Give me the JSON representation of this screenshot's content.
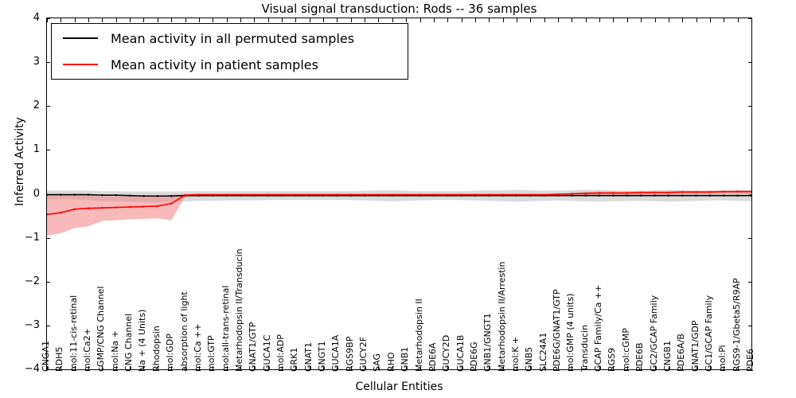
{
  "chart_data": {
    "type": "line",
    "title": "Visual signal transduction: Rods -- 36 samples",
    "xlabel": "Cellular Entities",
    "ylabel": "Inferred Activity",
    "ylim": [
      -4,
      4
    ],
    "yticks": [
      "-4",
      "-3",
      "-2",
      "-1",
      "0",
      "1",
      "2",
      "3",
      "4"
    ],
    "grid": false,
    "legend_position": "upper left",
    "categories": [
      "CNGA1",
      "RDH5",
      "mol:11-cis-retinal",
      "mol:Ca2+",
      "cGMP/CNG Channel",
      "mol:Na +",
      "CNG Channel",
      "Na + (4 Units)",
      "Rhodopsin",
      "mol:GDP",
      "absorption of light",
      "mol:Ca ++",
      "mol:GTP",
      "mol:all-trans-retinal",
      "Metarhodopsin II/Transducin",
      "GNAT1/GTP",
      "GUCA1C",
      "mol:ADP",
      "GRK1",
      "GNAT1",
      "GNGT1",
      "GUCA1A",
      "RGS9BP",
      "GUCY2F",
      "SAG",
      "RHO",
      "GNB1",
      "Metarhodopsin II",
      "PDE6A",
      "GUCY2D",
      "GUCA1B",
      "PDE6G",
      "GNB1/GNGT1",
      "Metarhodopsin II/Arrestin",
      "mol:K +",
      "GNB5",
      "SLC24A1",
      "PDE6G/GNAT1/GTP",
      "mol:GMP (4 units)",
      "Transducin",
      "GCAP Family/Ca ++",
      "RGS9",
      "mol:cGMP",
      "PDE6B",
      "GC2/GCAP Family",
      "CNGB1",
      "PDE6A/B",
      "GNAT1/GDP",
      "GC1/GCAP Family",
      "mol:Pi",
      "RGS9-1/Gbeta5/R9AP",
      "PDE6"
    ],
    "series": [
      {
        "name": "Mean activity in all permuted samples",
        "color": "#000000",
        "values": [
          -0.02,
          -0.02,
          -0.02,
          -0.02,
          -0.03,
          -0.03,
          -0.04,
          -0.05,
          -0.05,
          -0.05,
          -0.04,
          -0.04,
          -0.04,
          -0.04,
          -0.04,
          -0.04,
          -0.04,
          -0.04,
          -0.04,
          -0.04,
          -0.04,
          -0.04,
          -0.04,
          -0.04,
          -0.04,
          -0.04,
          -0.04,
          -0.04,
          -0.04,
          -0.04,
          -0.04,
          -0.04,
          -0.04,
          -0.04,
          -0.04,
          -0.04,
          -0.04,
          -0.04,
          -0.04,
          -0.04,
          -0.04,
          -0.04,
          -0.04,
          -0.04,
          -0.04,
          -0.04,
          -0.04,
          -0.04,
          -0.04,
          -0.04,
          -0.04,
          -0.04
        ],
        "band_name": "permuted band",
        "band_color": "#c8c8c8",
        "band_lower": [
          -0.12,
          -0.12,
          -0.13,
          -0.14,
          -0.17,
          -0.17,
          -0.18,
          -0.19,
          -0.19,
          -0.19,
          -0.17,
          -0.16,
          -0.16,
          -0.15,
          -0.15,
          -0.15,
          -0.14,
          -0.14,
          -0.14,
          -0.14,
          -0.14,
          -0.14,
          -0.14,
          -0.15,
          -0.16,
          -0.17,
          -0.16,
          -0.15,
          -0.14,
          -0.14,
          -0.14,
          -0.15,
          -0.16,
          -0.17,
          -0.18,
          -0.17,
          -0.16,
          -0.15,
          -0.16,
          -0.17,
          -0.18,
          -0.17,
          -0.16,
          -0.16,
          -0.17,
          -0.18,
          -0.17,
          -0.16,
          -0.15,
          -0.15,
          -0.16,
          -0.16
        ],
        "band_upper": [
          0.07,
          0.07,
          0.07,
          0.07,
          0.06,
          0.06,
          0.05,
          0.05,
          0.05,
          0.05,
          0.06,
          0.06,
          0.06,
          0.06,
          0.06,
          0.06,
          0.06,
          0.06,
          0.06,
          0.06,
          0.06,
          0.06,
          0.06,
          0.07,
          0.08,
          0.08,
          0.07,
          0.06,
          0.06,
          0.06,
          0.06,
          0.07,
          0.08,
          0.08,
          0.09,
          0.08,
          0.07,
          0.07,
          0.08,
          0.09,
          0.09,
          0.08,
          0.07,
          0.07,
          0.08,
          0.09,
          0.08,
          0.07,
          0.07,
          0.07,
          0.08,
          0.08
        ]
      },
      {
        "name": "Mean activity in patient samples",
        "color": "#ff0000",
        "values": [
          -0.47,
          -0.43,
          -0.35,
          -0.33,
          -0.32,
          -0.31,
          -0.3,
          -0.29,
          -0.28,
          -0.22,
          -0.03,
          -0.02,
          -0.02,
          -0.02,
          -0.02,
          -0.02,
          -0.02,
          -0.02,
          -0.02,
          -0.02,
          -0.02,
          -0.02,
          -0.02,
          -0.02,
          -0.02,
          -0.02,
          -0.02,
          -0.02,
          -0.02,
          -0.02,
          -0.02,
          -0.02,
          -0.02,
          -0.02,
          -0.02,
          -0.02,
          -0.02,
          -0.01,
          0.0,
          0.01,
          0.02,
          0.02,
          0.02,
          0.03,
          0.03,
          0.03,
          0.04,
          0.04,
          0.04,
          0.05,
          0.05,
          0.05
        ],
        "band_name": "patient band",
        "band_color": "#f08080",
        "band_lower": [
          -0.95,
          -0.9,
          -0.78,
          -0.74,
          -0.62,
          -0.6,
          -0.58,
          -0.57,
          -0.56,
          -0.6,
          -0.07,
          -0.06,
          -0.06,
          -0.06,
          -0.06,
          -0.06,
          -0.06,
          -0.06,
          -0.06,
          -0.06,
          -0.06,
          -0.06,
          -0.06,
          -0.06,
          -0.06,
          -0.06,
          -0.06,
          -0.06,
          -0.06,
          -0.06,
          -0.06,
          -0.06,
          -0.06,
          -0.06,
          -0.06,
          -0.06,
          -0.06,
          -0.06,
          -0.05,
          -0.04,
          -0.03,
          -0.03,
          -0.03,
          -0.02,
          -0.02,
          -0.02,
          -0.01,
          -0.01,
          -0.01,
          0.0,
          0.0,
          0.0
        ],
        "band_upper": [
          -0.02,
          -0.02,
          -0.02,
          -0.02,
          -0.06,
          -0.06,
          -0.06,
          -0.06,
          -0.06,
          -0.02,
          0.0,
          0.0,
          0.0,
          0.0,
          0.0,
          0.0,
          0.0,
          0.0,
          0.0,
          0.0,
          0.0,
          0.0,
          0.0,
          0.0,
          0.0,
          0.0,
          0.0,
          0.0,
          0.0,
          0.0,
          0.0,
          0.0,
          0.0,
          0.0,
          0.0,
          0.0,
          0.0,
          0.01,
          0.02,
          0.04,
          0.05,
          0.05,
          0.05,
          0.06,
          0.06,
          0.06,
          0.07,
          0.07,
          0.07,
          0.08,
          0.09,
          0.09
        ]
      }
    ]
  },
  "legend": {
    "entries": [
      {
        "label": "Mean activity in all permuted samples",
        "color": "#000000"
      },
      {
        "label": "Mean activity in patient samples",
        "color": "#ff0000"
      }
    ]
  }
}
